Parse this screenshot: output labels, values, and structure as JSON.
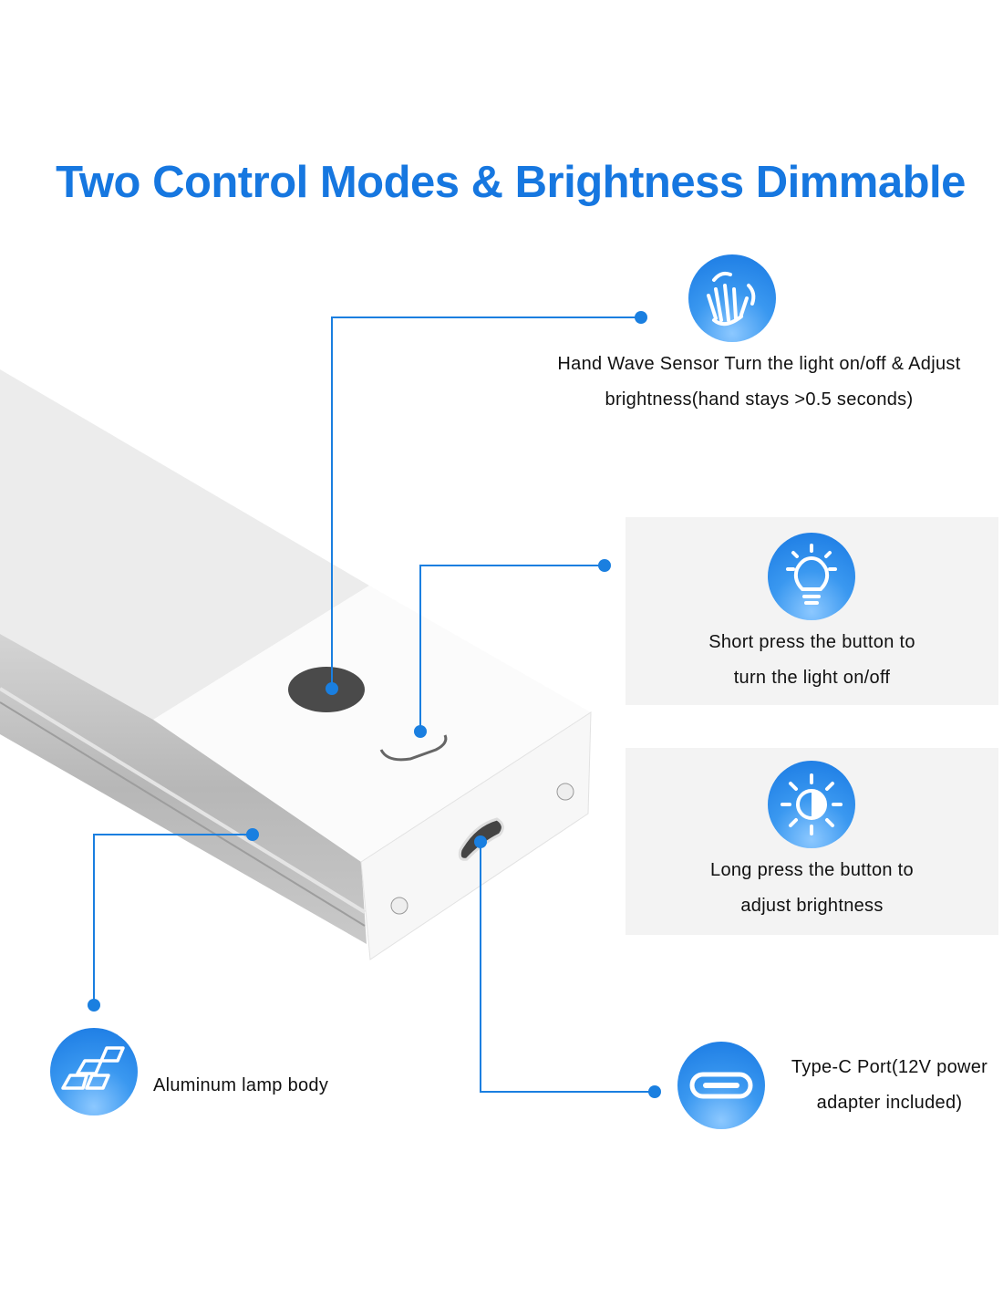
{
  "title": "Two Control Modes & Brightness Dimmable",
  "features": {
    "hand_wave": {
      "icon": "hand-wave-icon",
      "line1": "Hand Wave Sensor Turn the light on/off & Adjust",
      "line2": "brightness(hand stays >0.5 seconds)"
    },
    "short_press": {
      "icon": "lightbulb-icon",
      "line1": "Short press the button to",
      "line2": "turn the light on/off"
    },
    "long_press": {
      "icon": "brightness-icon",
      "line1": "Long press the button to",
      "line2": "adjust brightness"
    },
    "aluminum": {
      "icon": "aluminum-bars-icon",
      "label": "Aluminum lamp body"
    },
    "type_c": {
      "icon": "usb-c-icon",
      "line1": "Type-C Port(12V power",
      "line2": "adapter included)"
    }
  },
  "colors": {
    "accent": "#1677e0",
    "line": "#1a7fe0",
    "panel": "#f3f3f3"
  }
}
